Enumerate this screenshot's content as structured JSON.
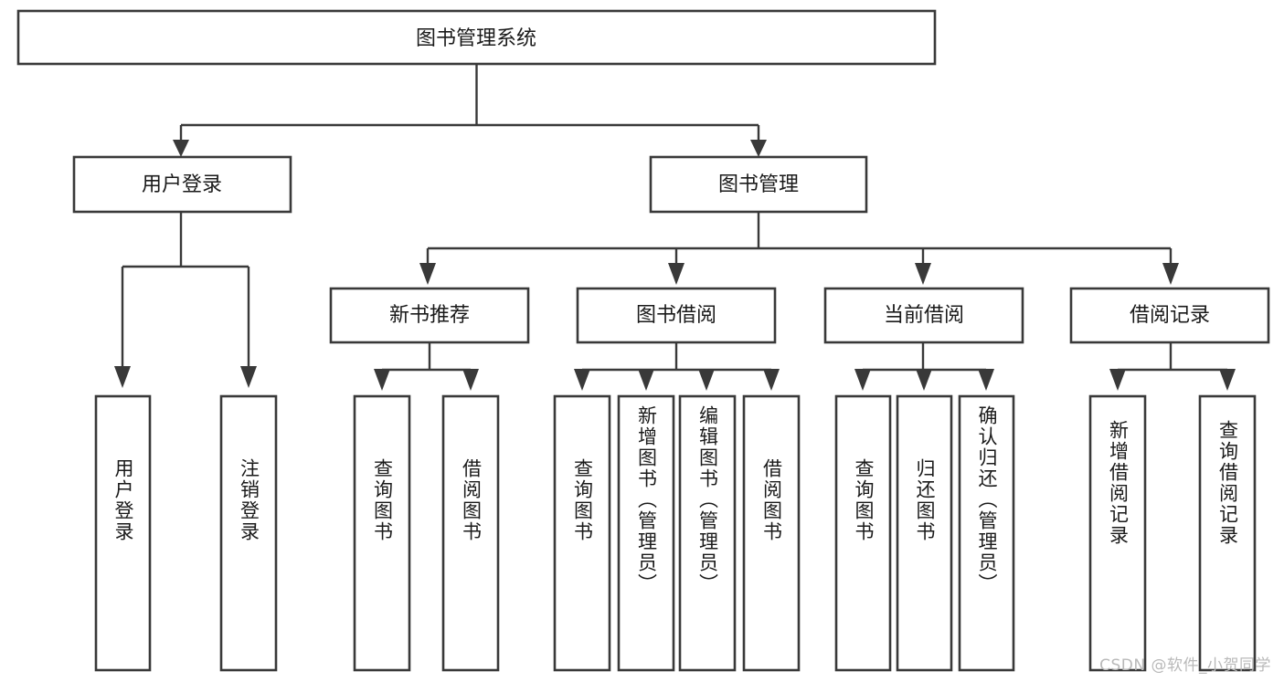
{
  "diagram": {
    "type": "hierarchy-tree",
    "title": "图书管理系统",
    "watermark": "CSDN @软件_小贺同学",
    "colors": {
      "box_stroke": "#393939",
      "box_fill": "#ffffff",
      "text": "#1a1a1a",
      "background": "#ffffff",
      "watermark": "#b9b9b9"
    },
    "levels": {
      "root": {
        "label": "图书管理系统"
      },
      "level2": [
        {
          "id": "user-login",
          "label": "用户登录"
        },
        {
          "id": "book-management",
          "label": "图书管理"
        }
      ],
      "level3": [
        {
          "id": "new-book-recommend",
          "label": "新书推荐",
          "parent": "book-management"
        },
        {
          "id": "book-borrow",
          "label": "图书借阅",
          "parent": "book-management"
        },
        {
          "id": "current-borrow",
          "label": "当前借阅",
          "parent": "book-management"
        },
        {
          "id": "borrow-record",
          "label": "借阅记录",
          "parent": "book-management"
        }
      ],
      "leaves": [
        {
          "id": "leaf-user-login",
          "label": "用户登录",
          "parent": "user-login"
        },
        {
          "id": "leaf-logout-login",
          "label": "注销登录",
          "parent": "user-login"
        },
        {
          "id": "leaf-query-book-1",
          "label": "查询图书",
          "parent": "new-book-recommend"
        },
        {
          "id": "leaf-borrow-book-1",
          "label": "借阅图书",
          "parent": "new-book-recommend"
        },
        {
          "id": "leaf-query-book-2",
          "label": "查询图书",
          "parent": "book-borrow"
        },
        {
          "id": "leaf-add-book",
          "label": "新增图书（管理员）",
          "parent": "book-borrow"
        },
        {
          "id": "leaf-edit-book",
          "label": "编辑图书（管理员）",
          "parent": "book-borrow"
        },
        {
          "id": "leaf-borrow-book-2",
          "label": "借阅图书",
          "parent": "book-borrow"
        },
        {
          "id": "leaf-query-book-3",
          "label": "查询图书",
          "parent": "current-borrow"
        },
        {
          "id": "leaf-return-book",
          "label": "归还图书",
          "parent": "current-borrow"
        },
        {
          "id": "leaf-confirm-return",
          "label": "确认归还（管理员）",
          "parent": "current-borrow"
        },
        {
          "id": "leaf-add-record",
          "label": "新增借阅记录",
          "parent": "borrow-record"
        },
        {
          "id": "leaf-query-record",
          "label": "查询借阅记录",
          "parent": "borrow-record"
        }
      ]
    }
  }
}
